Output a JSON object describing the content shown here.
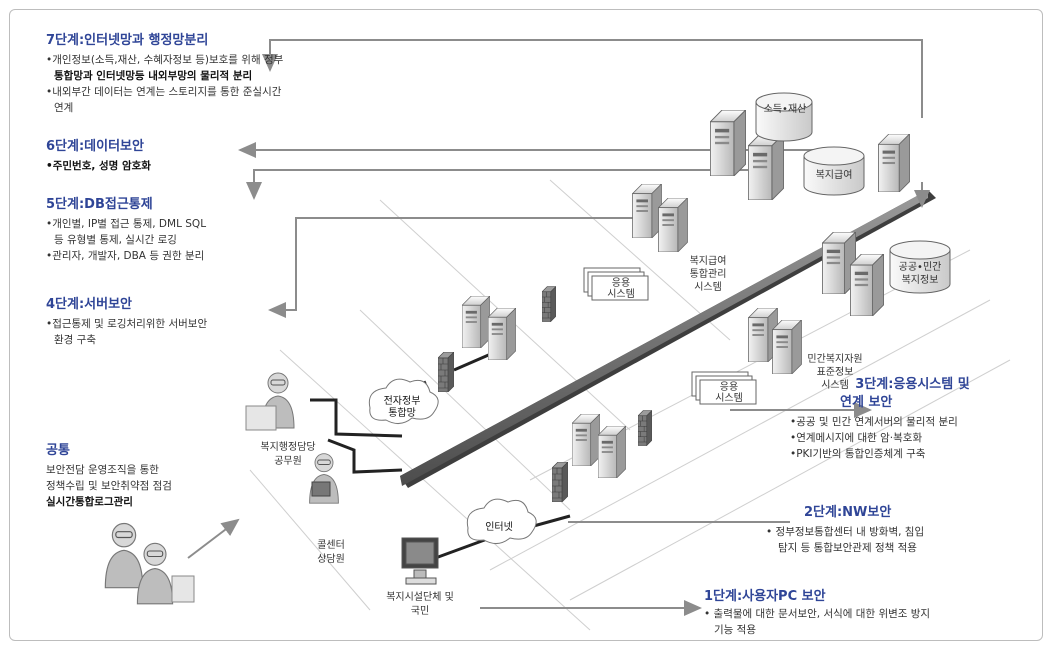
{
  "step7": {
    "heading": "7단계:인터넷망과 행정망분리",
    "line1": "•개인정보(소득,재산, 수혜자정보 등)보호를 위해 정부",
    "line2": "통합망과 인터넷망등 내외부망의 물리적 분리",
    "line3": "•내외부간 데이터는 연계는 스토리지를 통한 준실시간",
    "line4": "연계"
  },
  "step6": {
    "heading": "6단계:데이터보안",
    "line1": "•주민번호, 성명 암호화"
  },
  "step5": {
    "heading": "5단계:DB접근통제",
    "line1": "•개인별, IP별 접근 통제, DML SQL",
    "line2": "등 유형별 통제, 실시간 로깅",
    "line3": "•관리자, 개발자, DBA 등 권한 분리"
  },
  "step4": {
    "heading": "4단계:서버보안",
    "line1": "•접근통제 및 로깅처리위한 서버보안",
    "line2": "환경 구축"
  },
  "common": {
    "heading": "공통",
    "line1": "보안전담 운영조직을 통한",
    "line2": "정책수립 및 보안취약점 점검",
    "line3": "실시간통합로그관리"
  },
  "step3": {
    "heading_line1": "3단계:응용시스템 및",
    "heading_line2": "연계 보안",
    "line1": "•공공 및 민간 연계서버의 물리적 분리",
    "line2": "•연계메시지에 대한 암·복호화",
    "line3": "•PKI기반의 통합인증체계 구축"
  },
  "step2": {
    "heading": "2단계:NW보안",
    "line1": "• 정부정보통합센터 내 방화벽, 침입",
    "line2": "탐지 등 통합보안관제 정책 적용"
  },
  "step1": {
    "heading": "1단계:사용자PC 보안",
    "line1": "• 출력물에 대한 문서보안, 서식에 대한 위변조 방지",
    "line2": "기능 적용"
  },
  "labels": {
    "db_income": "소득•재산",
    "db_welfare_pay": "복지급여",
    "db_public_private": "공공•민간",
    "db_public_private2": "복지정보",
    "welfare_system_1": "복지급여",
    "welfare_system_2": "통합관리",
    "welfare_system_3": "시스템",
    "app_system_upper_1": "응용",
    "app_system_upper_2": "시스템",
    "app_system_lower_1": "응용",
    "app_system_lower_2": "시스템",
    "private_system_1": "민간복지자원",
    "private_system_2": "표준정보",
    "private_system_3": "시스템",
    "gov_network_1": "전자정부",
    "gov_network_2": "통합망",
    "internet": "인터넷",
    "official_1": "복지행정담당",
    "official_2": "공무원",
    "call_center_1": "콜센터",
    "call_center_2": "상담원",
    "facility_1": "복지시설단체 및",
    "facility_2": "국민"
  },
  "colors": {
    "heading": "#2f4597",
    "separator_bar": "#6e6e6e",
    "arrow": "#8c8c8c",
    "server": "#d9d9d9"
  },
  "icons": [
    "server-icon",
    "database-icon",
    "firewall-icon",
    "cloud-icon",
    "person-icon",
    "pc-icon",
    "arrow-icon"
  ]
}
